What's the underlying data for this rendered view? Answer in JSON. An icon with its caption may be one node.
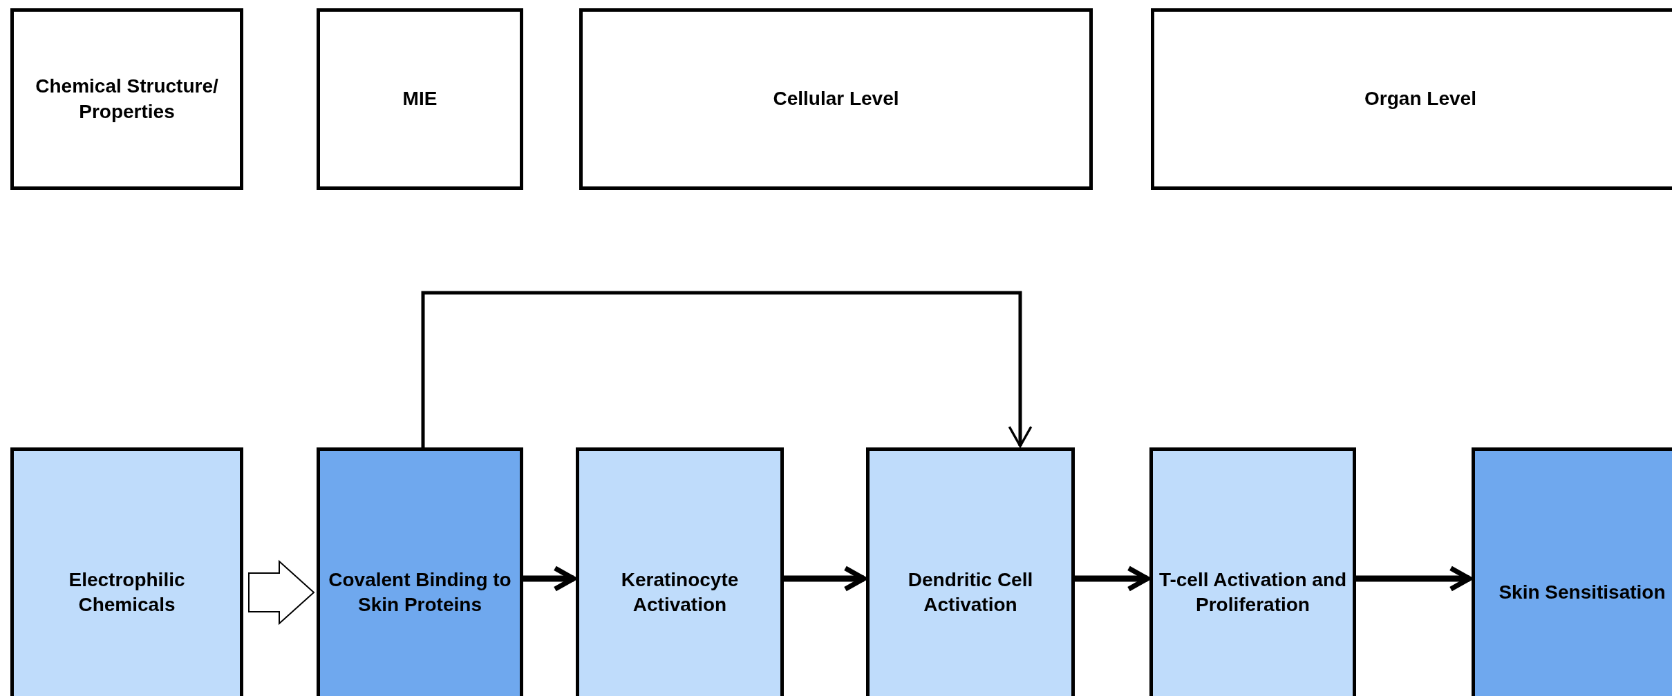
{
  "diagram": {
    "nodes": [
      {
        "text": [
          "Chemical Structure/ Properties"
        ]
      },
      {
        "text": [
          "MIE"
        ]
      },
      {
        "text": [
          "Cellular Level"
        ]
      },
      {
        "text": [
          "Organ Level"
        ]
      },
      {
        "text": [
          "Electrophilic Chemicals"
        ]
      },
      {
        "text": [
          "Covalent Binding to Skin Proteins"
        ]
      },
      {
        "text": [
          "Keratinocyte Activation"
        ]
      },
      {
        "text": [
          "Dendritic Cell Activation"
        ]
      },
      {
        "text": [
          "T-cell Activation and Proliferation"
        ]
      },
      {
        "text": [
          "Skin Sensitisation"
        ]
      }
    ],
    "edges": [
      {
        "from": 4,
        "to": 5,
        "arrow": "to"
      },
      {
        "from": 5,
        "to": 6,
        "arrow": "to"
      },
      {
        "from": 6,
        "to": 7,
        "arrow": "to"
      },
      {
        "from": 7,
        "to": 8,
        "arrow": "to"
      },
      {
        "from": 8,
        "to": 9,
        "arrow": "to"
      },
      {
        "from": 5,
        "to": 7,
        "arrow": "to"
      }
    ]
  }
}
